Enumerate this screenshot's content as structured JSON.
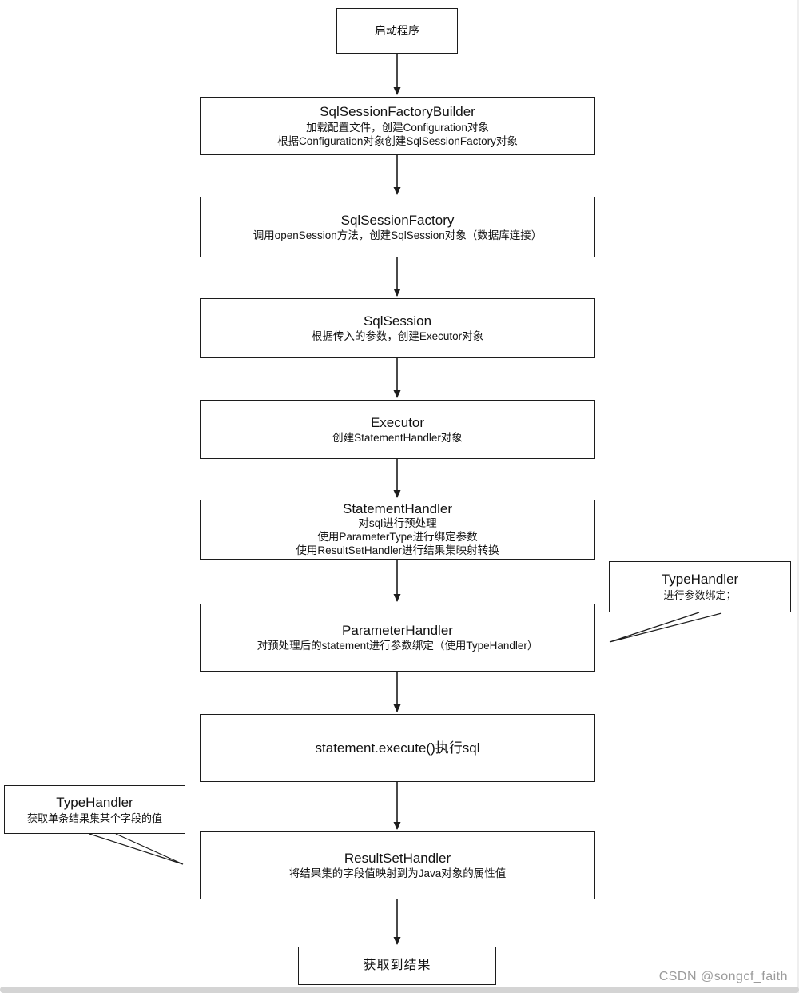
{
  "flow": {
    "nodes": [
      {
        "id": "start",
        "title": "启动程序",
        "lines": []
      },
      {
        "id": "sqlsessionfactorybuilder",
        "title": "SqlSessionFactoryBuilder",
        "lines": [
          "加载配置文件，创建Configuration对象",
          "根据Configuration对象创建SqlSessionFactory对象"
        ]
      },
      {
        "id": "sqlsessionfactory",
        "title": "SqlSessionFactory",
        "lines": [
          "调用openSession方法，创建SqlSession对象（数据库连接）"
        ]
      },
      {
        "id": "sqlsession",
        "title": "SqlSession",
        "lines": [
          "根据传入的参数，创建Executor对象"
        ]
      },
      {
        "id": "executor",
        "title": "Executor",
        "lines": [
          "创建StatementHandler对象"
        ]
      },
      {
        "id": "statementhandler",
        "title": "StatementHandler",
        "lines": [
          "对sql进行预处理",
          "使用ParameterType进行绑定参数",
          "使用ResultSetHandler进行结果集映射转换"
        ]
      },
      {
        "id": "parameterhandler",
        "title": "ParameterHandler",
        "lines": [
          "对预处理后的statement进行参数绑定（使用TypeHandler）"
        ]
      },
      {
        "id": "statement-execute",
        "title": "statement.execute()执行sql",
        "lines": []
      },
      {
        "id": "resultsethandler",
        "title": "ResultSetHandler",
        "lines": [
          "将结果集的字段值映射到为Java对象的属性值"
        ]
      },
      {
        "id": "result",
        "title": "获取到结果",
        "lines": []
      }
    ],
    "callouts": [
      {
        "id": "typehandler-parameter",
        "title": "TypeHandler",
        "lines": [
          "进行参数绑定；"
        ]
      },
      {
        "id": "typehandler-resultset",
        "title": "TypeHandler",
        "lines": [
          "获取单条结果集某个字段的值"
        ]
      }
    ]
  },
  "watermark": "CSDN @songcf_faith",
  "colors": {
    "stroke": "#1c1c1c",
    "watermark": "#9b9b9b",
    "bottom_bar": "#d4d4d4"
  }
}
